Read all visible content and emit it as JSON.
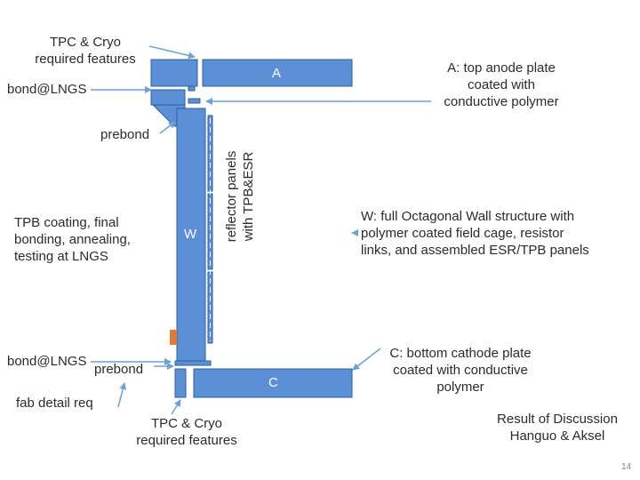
{
  "labels": {
    "tpc_cryo_top": [
      "TPC & Cryo",
      "required features"
    ],
    "bond_lngs_top": "bond@LNGS",
    "prebond_top": "prebond",
    "tpb_coating": [
      "TPB coating, final",
      "bonding, annealing,",
      "testing at LNGS"
    ],
    "bond_lngs_bottom": "bond@LNGS",
    "prebond_bottom": "prebond",
    "fab_detail": "fab detail req",
    "tpc_cryo_bottom": [
      "TPC & Cryo",
      "required features"
    ],
    "reflector": [
      "reflector panels",
      "with TPB&ESR"
    ]
  },
  "parts": {
    "anode": "A",
    "wall": "W",
    "cathode": "C"
  },
  "descriptions": {
    "anode": [
      "A: top anode plate",
      "coated with",
      "conductive polymer"
    ],
    "wall": [
      "W: full Octagonal Wall structure with",
      "polymer coated field cage, resistor",
      "links, and assembled ESR/TPB panels"
    ],
    "cathode": [
      "C: bottom cathode plate",
      "coated with conductive",
      "polymer"
    ]
  },
  "footer": {
    "result": [
      "Result of Discussion",
      "Hanguo & Aksel"
    ],
    "page_number": "14"
  },
  "colors": {
    "part_fill": "#5b8fd6",
    "part_stroke": "#2f5f9e",
    "arrow": "#6fa0d8",
    "accent_orange": "#e07b39"
  }
}
